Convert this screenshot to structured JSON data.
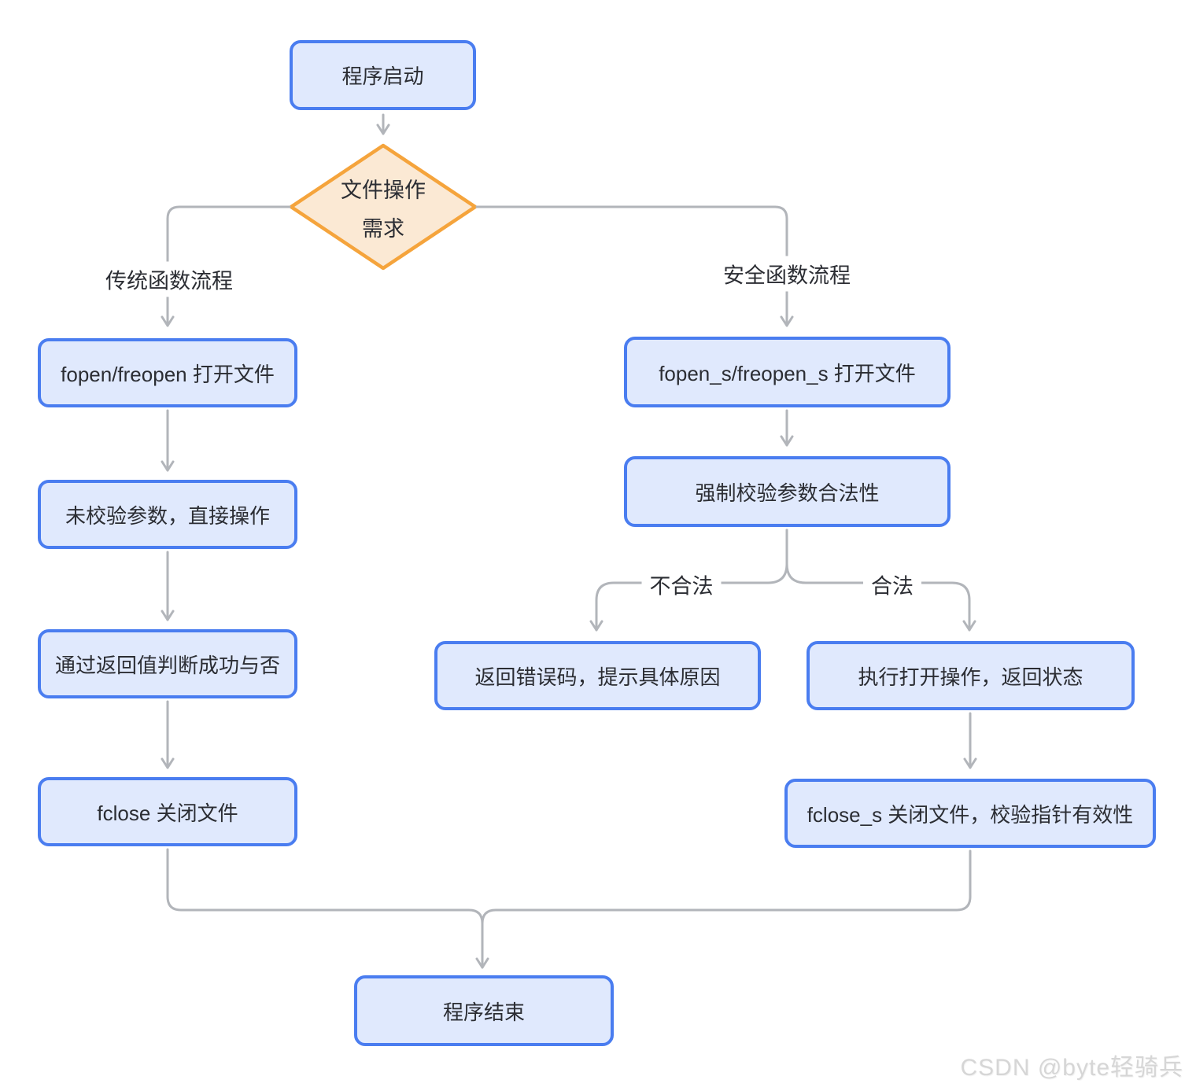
{
  "colors": {
    "node-fill": "#e0e9fd",
    "node-border": "#4a7df0",
    "decision-fill": "#fbe9d4",
    "decision-border": "#f5a43c",
    "line": "#b2b5ba",
    "text": "#2b2d33",
    "watermark": "#d6d6d6"
  },
  "nodes": {
    "start": "程序启动",
    "decision_line1": "文件操作",
    "decision_line2": "需求",
    "trad_open": "fopen/freopen 打开文件",
    "trad_direct": "未校验参数，直接操作",
    "trad_retval": "通过返回值判断成功与否",
    "trad_close": "fclose 关闭文件",
    "safe_open": "fopen_s/freopen_s 打开文件",
    "safe_check": "强制校验参数合法性",
    "safe_err": "返回错误码，提示具体原因",
    "safe_ok": "执行打开操作，返回状态",
    "safe_close": "fclose_s 关闭文件，校验指针有效性",
    "end": "程序结束"
  },
  "edge_labels": {
    "left_branch": "传统函数流程",
    "right_branch": "安全函数流程",
    "invalid": "不合法",
    "valid": "合法"
  },
  "watermark": "CSDN @byte轻骑兵"
}
